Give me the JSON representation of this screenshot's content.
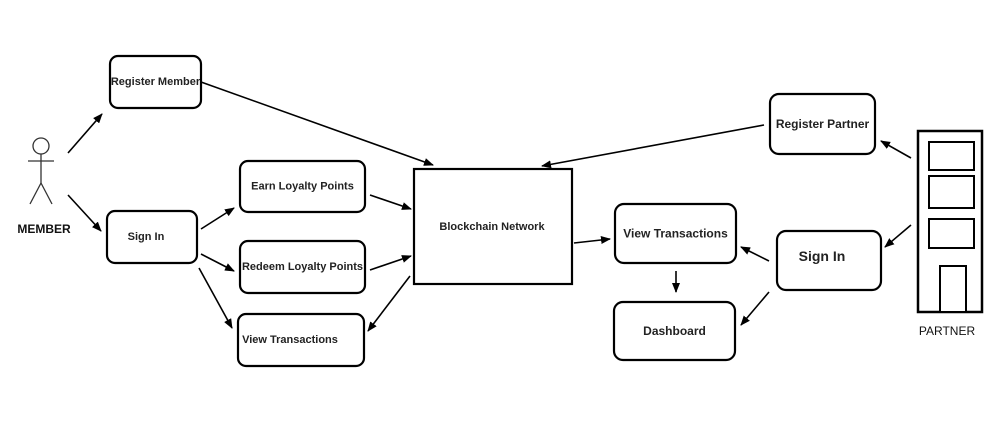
{
  "actors": {
    "member": {
      "label": "MEMBER",
      "icon": "stick-figure-icon"
    },
    "partner": {
      "label": "PARTNER",
      "icon": "building-icon"
    }
  },
  "nodes": {
    "register_member": "Register Member",
    "member_sign_in": "Sign In",
    "earn_loyalty_points": "Earn Loyalty Points",
    "redeem_loyalty_points": "Redeem Loyalty Points",
    "member_view_transactions": "View Transactions",
    "blockchain_network": "Blockchain Network",
    "register_partner": "Register Partner",
    "partner_view_transactions": "View Transactions",
    "partner_sign_in": "Sign In",
    "dashboard": "Dashboard"
  },
  "edges": [
    {
      "from": "member",
      "to": "register_member"
    },
    {
      "from": "member",
      "to": "member_sign_in"
    },
    {
      "from": "member_sign_in",
      "to": "earn_loyalty_points"
    },
    {
      "from": "member_sign_in",
      "to": "redeem_loyalty_points"
    },
    {
      "from": "member_sign_in",
      "to": "member_view_transactions"
    },
    {
      "from": "register_member",
      "to": "blockchain_network"
    },
    {
      "from": "earn_loyalty_points",
      "to": "blockchain_network"
    },
    {
      "from": "redeem_loyalty_points",
      "to": "blockchain_network"
    },
    {
      "from": "blockchain_network",
      "to": "member_view_transactions"
    },
    {
      "from": "register_partner",
      "to": "blockchain_network"
    },
    {
      "from": "blockchain_network",
      "to": "partner_view_transactions"
    },
    {
      "from": "partner",
      "to": "register_partner"
    },
    {
      "from": "partner",
      "to": "partner_sign_in"
    },
    {
      "from": "partner_sign_in",
      "to": "partner_view_transactions"
    },
    {
      "from": "partner_sign_in",
      "to": "dashboard"
    },
    {
      "from": "partner_view_transactions",
      "to": "dashboard"
    }
  ]
}
